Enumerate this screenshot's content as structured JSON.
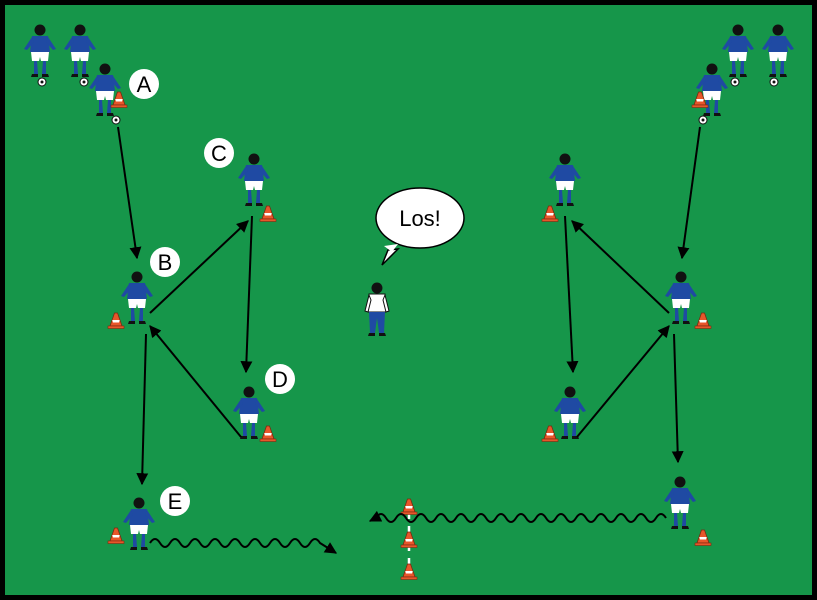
{
  "diagram": {
    "colors": {
      "border": "#000000",
      "pitch": "#16964a",
      "jersey": "#1f4aa3",
      "shorts": "#ffffff",
      "coach_shirt": "#ffffff",
      "coach_pants": "#1f4aa3",
      "cone": "#e8562a",
      "arrow": "#000000",
      "label_bg": "#ffffff"
    },
    "labels": {
      "a": "A",
      "b": "B",
      "c": "C",
      "d": "D",
      "e": "E"
    },
    "speech": {
      "text": "Los!"
    }
  }
}
